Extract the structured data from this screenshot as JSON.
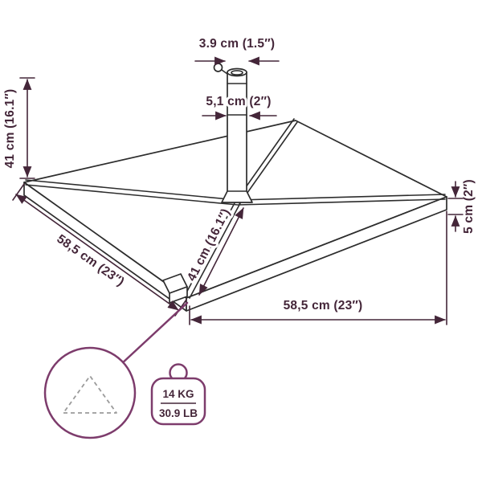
{
  "diagram": {
    "labels": {
      "pole_diameter_top": "3.9 cm (1.5″)",
      "pole_diameter_collar": "5,1 cm (2″)",
      "height_left": "41 cm (16.1″)",
      "pole_height_diagonal": "41 cm (16.1″)",
      "edge_left": "58,5 cm (23″)",
      "edge_bottom": "58,5 cm (23″)",
      "slab_thickness": "5 cm (2″)"
    },
    "weight_badge": {
      "kg": "14 KG",
      "lb": "30.9 LB"
    },
    "icons": [
      "plate-shape-icon",
      "weight-icon"
    ],
    "colors": {
      "line": "#2d2d2d",
      "dimension": "#442639",
      "accent": "#7d3c6c",
      "background": "#ffffff"
    }
  }
}
